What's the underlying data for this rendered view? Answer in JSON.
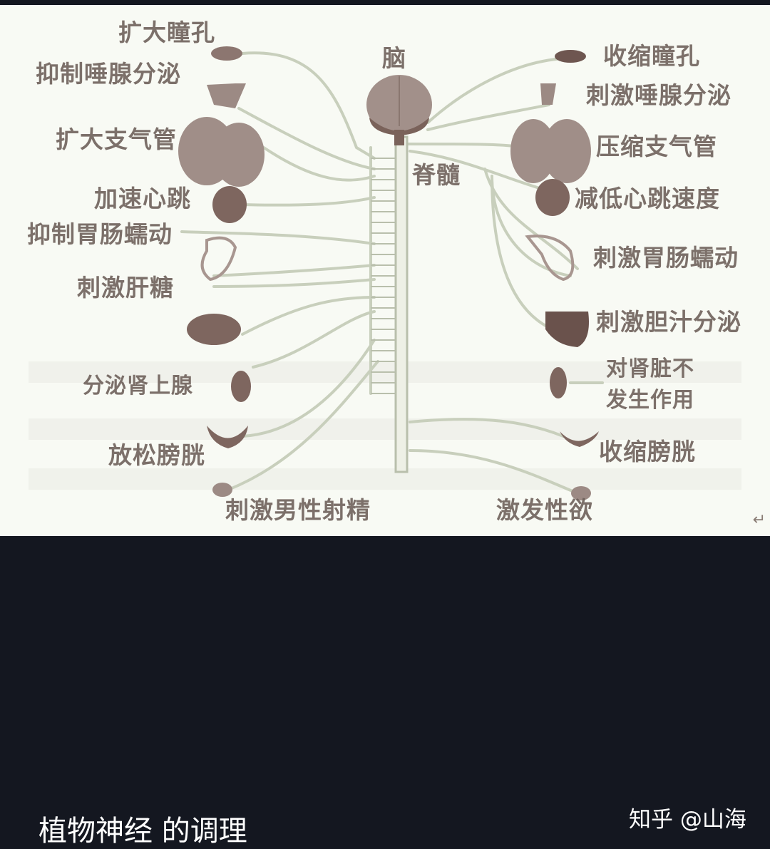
{
  "figure": {
    "title": "Autonomic nervous system diagram",
    "center": {
      "brain_label": "脑",
      "spinal_cord_label": "脊髓"
    },
    "left_labels": [
      {
        "text": "扩大瞳孔",
        "organ": "eye"
      },
      {
        "text": "抑制唾腺分泌",
        "organ": "salivary-gland"
      },
      {
        "text": "扩大支气管",
        "organ": "lungs"
      },
      {
        "text": "加速心跳",
        "organ": "heart"
      },
      {
        "text": "抑制胃肠蠕动",
        "organ": "stomach"
      },
      {
        "text": "刺激肝糖",
        "organ": "liver"
      },
      {
        "text": "分泌肾上腺",
        "organ": "adrenal-kidney"
      },
      {
        "text": "放松膀胱",
        "organ": "bladder"
      },
      {
        "text": "刺激男性射精",
        "organ": "genitals"
      }
    ],
    "right_labels": [
      {
        "text": "收缩瞳孔",
        "organ": "eye"
      },
      {
        "text": "刺激唾腺分泌",
        "organ": "salivary-gland"
      },
      {
        "text": "压缩支气管",
        "organ": "lungs"
      },
      {
        "text": "减低心跳速度",
        "organ": "heart"
      },
      {
        "text": "刺激胃肠蠕动",
        "organ": "stomach"
      },
      {
        "text": "刺激胆汁分泌",
        "organ": "gallbladder"
      },
      {
        "text": "对肾脏不",
        "organ": "kidney"
      },
      {
        "text": "发生作用",
        "organ": "kidney"
      },
      {
        "text": "收缩膀胱",
        "organ": "bladder"
      },
      {
        "text": "激发性欲",
        "organ": "genitals"
      }
    ],
    "return_symbol": "↵"
  },
  "caption": "植物神经 的调理",
  "watermark": "知乎 @山海",
  "colors": {
    "background": "#141720",
    "figure_bg": "#f8faf4",
    "label": "#6b5e58",
    "organ": "#7a625a",
    "nerve": "#c8cfbc",
    "caption_text": "#ffffff"
  }
}
